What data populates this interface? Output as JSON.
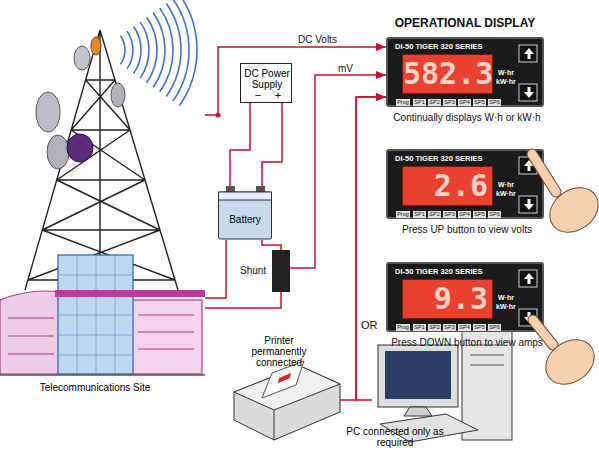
{
  "diagram": {
    "title": "OPERATIONAL DISPLAY",
    "nodes": [
      {
        "text": [
          "DC Power Supply",
          "−",
          "+"
        ]
      },
      {
        "text": [
          "Battery"
        ]
      },
      {
        "text": [
          "Shunt"
        ]
      },
      {
        "text": [
          "DI-50 TIGER 320 SERIES",
          "582.3",
          "W·hr",
          "kW·hr",
          "Prog",
          "SP1",
          "SP2",
          "SP3",
          "SP4",
          "SP5",
          "SP6",
          "Continually displays W·h or kW·h"
        ]
      },
      {
        "text": [
          "DI-50 TIGER 320 SERIES",
          "2.6",
          "W·hr",
          "kW·hr",
          "Prog",
          "SP1",
          "SP2",
          "SP3",
          "SP4",
          "SP5",
          "SP6",
          "Press UP button to view volts"
        ]
      },
      {
        "text": [
          "DI-50 TIGER 320 SERIES",
          "9.3",
          "W·hr",
          "kW·hr",
          "Prog",
          "SP1",
          "SP2",
          "SP3",
          "SP4",
          "SP5",
          "SP6",
          "Press DOWN button to view amps"
        ]
      },
      {
        "text": [
          "Printer permanently connected"
        ]
      },
      {
        "text": [
          "PC connected only as required"
        ]
      },
      {
        "text": [
          "Telecommunications Site"
        ]
      }
    ],
    "edges": [
      {
        "from": 0,
        "to": 1,
        "arrow": "none"
      },
      {
        "from": 0,
        "to": 1,
        "arrow": "none"
      },
      {
        "from": 1,
        "to": 2,
        "arrow": "none"
      },
      {
        "from": 1,
        "to": 8,
        "arrow": "none"
      },
      {
        "from": 2,
        "to": 8,
        "arrow": "none"
      },
      {
        "from": 8,
        "to": 3,
        "arrow": "to",
        "label": "DC Volts"
      },
      {
        "from": 2,
        "to": 3,
        "arrow": "to",
        "label": "mV"
      },
      {
        "from": 6,
        "to": 3,
        "arrow": "to"
      },
      {
        "from": 7,
        "to": 3,
        "arrow": "to"
      }
    ],
    "labels": [
      "OR"
    ]
  }
}
